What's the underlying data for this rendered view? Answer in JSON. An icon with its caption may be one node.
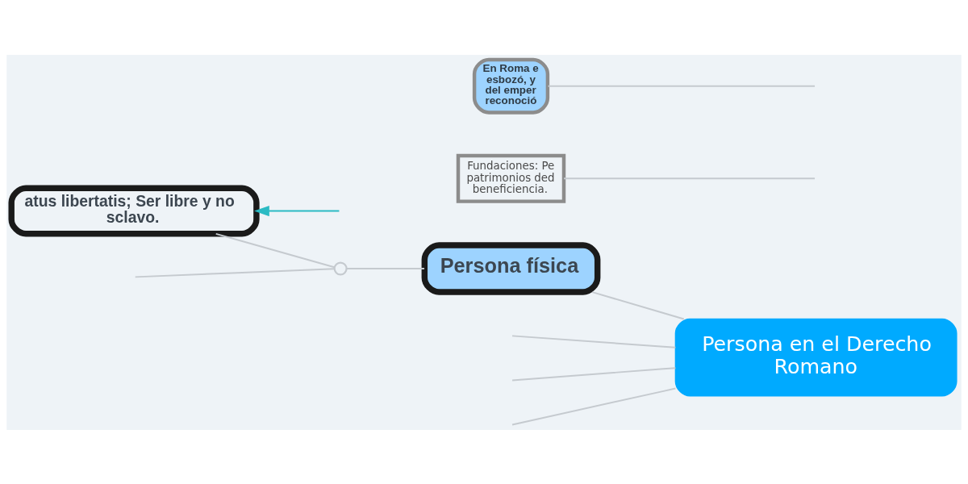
{
  "diagram": {
    "nodes": [
      {
        "text": [
          "atus libertatis; Ser libre y no sclavo."
        ]
      },
      {
        "text": [
          "Fundaciones: Pe patrimonios ded beneficiencia."
        ]
      },
      {
        "text": [
          "Persona en el Derecho Romano"
        ]
      },
      {
        "text": [
          "Persona física"
        ]
      },
      {
        "text": [],
        "shape": "circle"
      },
      {
        "text": [
          "En Roma e esbozó, y del emper reconoció"
        ]
      }
    ],
    "edges": [
      {
        "from": null,
        "to": 0,
        "arrow": "to",
        "color": "#2bbbc4"
      },
      {
        "from": 4,
        "to": 0,
        "arrow": "none"
      },
      {
        "from": null,
        "to": 1,
        "arrow": "none"
      },
      {
        "from": 2,
        "to": null,
        "arrow": "none"
      },
      {
        "from": 2,
        "to": null,
        "arrow": "none"
      },
      {
        "from": 2,
        "to": null,
        "arrow": "none"
      },
      {
        "from": 2,
        "to": 3,
        "arrow": "none"
      },
      {
        "from": 3,
        "to": 4,
        "arrow": "none"
      },
      {
        "from": 4,
        "to": null,
        "arrow": "none"
      },
      {
        "from": null,
        "to": 5,
        "arrow": "none"
      }
    ]
  }
}
